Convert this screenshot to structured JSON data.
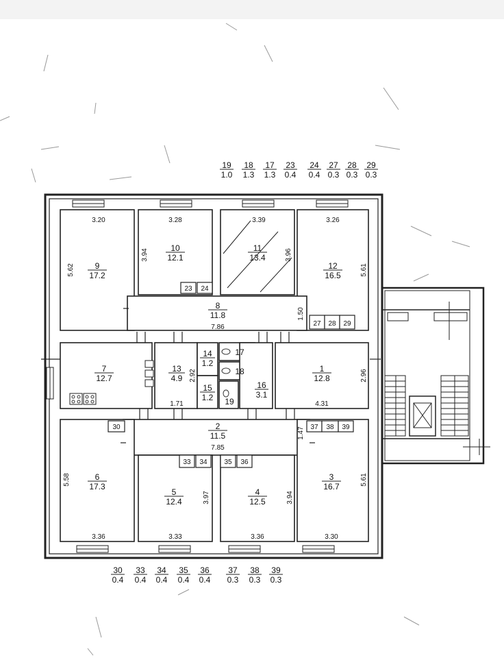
{
  "legend_top": [
    {
      "num": "19",
      "area": "1.0"
    },
    {
      "num": "18",
      "area": "1.3"
    },
    {
      "num": "17",
      "area": "1.3"
    },
    {
      "num": "23",
      "area": "0.4"
    },
    {
      "num": "24",
      "area": "0.4"
    },
    {
      "num": "27",
      "area": "0.3"
    },
    {
      "num": "28",
      "area": "0.3"
    },
    {
      "num": "29",
      "area": "0.3"
    }
  ],
  "legend_bottom": [
    {
      "num": "30",
      "area": "0.4"
    },
    {
      "num": "33",
      "area": "0.4"
    },
    {
      "num": "34",
      "area": "0.4"
    },
    {
      "num": "35",
      "area": "0.4"
    },
    {
      "num": "36",
      "area": "0.4"
    },
    {
      "num": "37",
      "area": "0.3"
    },
    {
      "num": "38",
      "area": "0.3"
    },
    {
      "num": "39",
      "area": "0.3"
    }
  ],
  "rooms": [
    {
      "num": "9",
      "area": "17.2"
    },
    {
      "num": "10",
      "area": "12.1"
    },
    {
      "num": "11",
      "area": "13.4"
    },
    {
      "num": "12",
      "area": "16.5"
    },
    {
      "num": "8",
      "area": "11.8"
    },
    {
      "num": "7",
      "area": "12.7"
    },
    {
      "num": "13",
      "area": "4.9"
    },
    {
      "num": "14",
      "area": "1.2"
    },
    {
      "num": "15",
      "area": "1.2"
    },
    {
      "num": "17",
      "area": ""
    },
    {
      "num": "18",
      "area": ""
    },
    {
      "num": "19",
      "area": ""
    },
    {
      "num": "16",
      "area": "3.1"
    },
    {
      "num": "1",
      "area": "12.8"
    },
    {
      "num": "2",
      "area": "11.5"
    },
    {
      "num": "6",
      "area": "17.3"
    },
    {
      "num": "5",
      "area": "12.4"
    },
    {
      "num": "4",
      "area": "12.5"
    },
    {
      "num": "3",
      "area": "16.7"
    }
  ],
  "closets": [
    "23",
    "24",
    "27",
    "28",
    "29",
    "30",
    "37",
    "38",
    "39",
    "33",
    "34",
    "35",
    "36"
  ],
  "dimensions": {
    "w9": "3.20",
    "w10": "3.28",
    "w11": "3.39",
    "w12": "3.26",
    "h9": "5.62",
    "h10": "3.94",
    "h11": "3.96",
    "h12": "5.61",
    "w8": "7.86",
    "h8": "1.50",
    "h13": "2.92",
    "w13": "1.71",
    "w1": "4.31",
    "h1": "2.96",
    "w2": "7.85",
    "h2": "1.47",
    "h6": "5.58",
    "h5": "3.97",
    "h4": "3.94",
    "h3": "5.61",
    "w6": "3.36",
    "w5": "3.33",
    "w4": "3.36",
    "w3": "3.30"
  }
}
